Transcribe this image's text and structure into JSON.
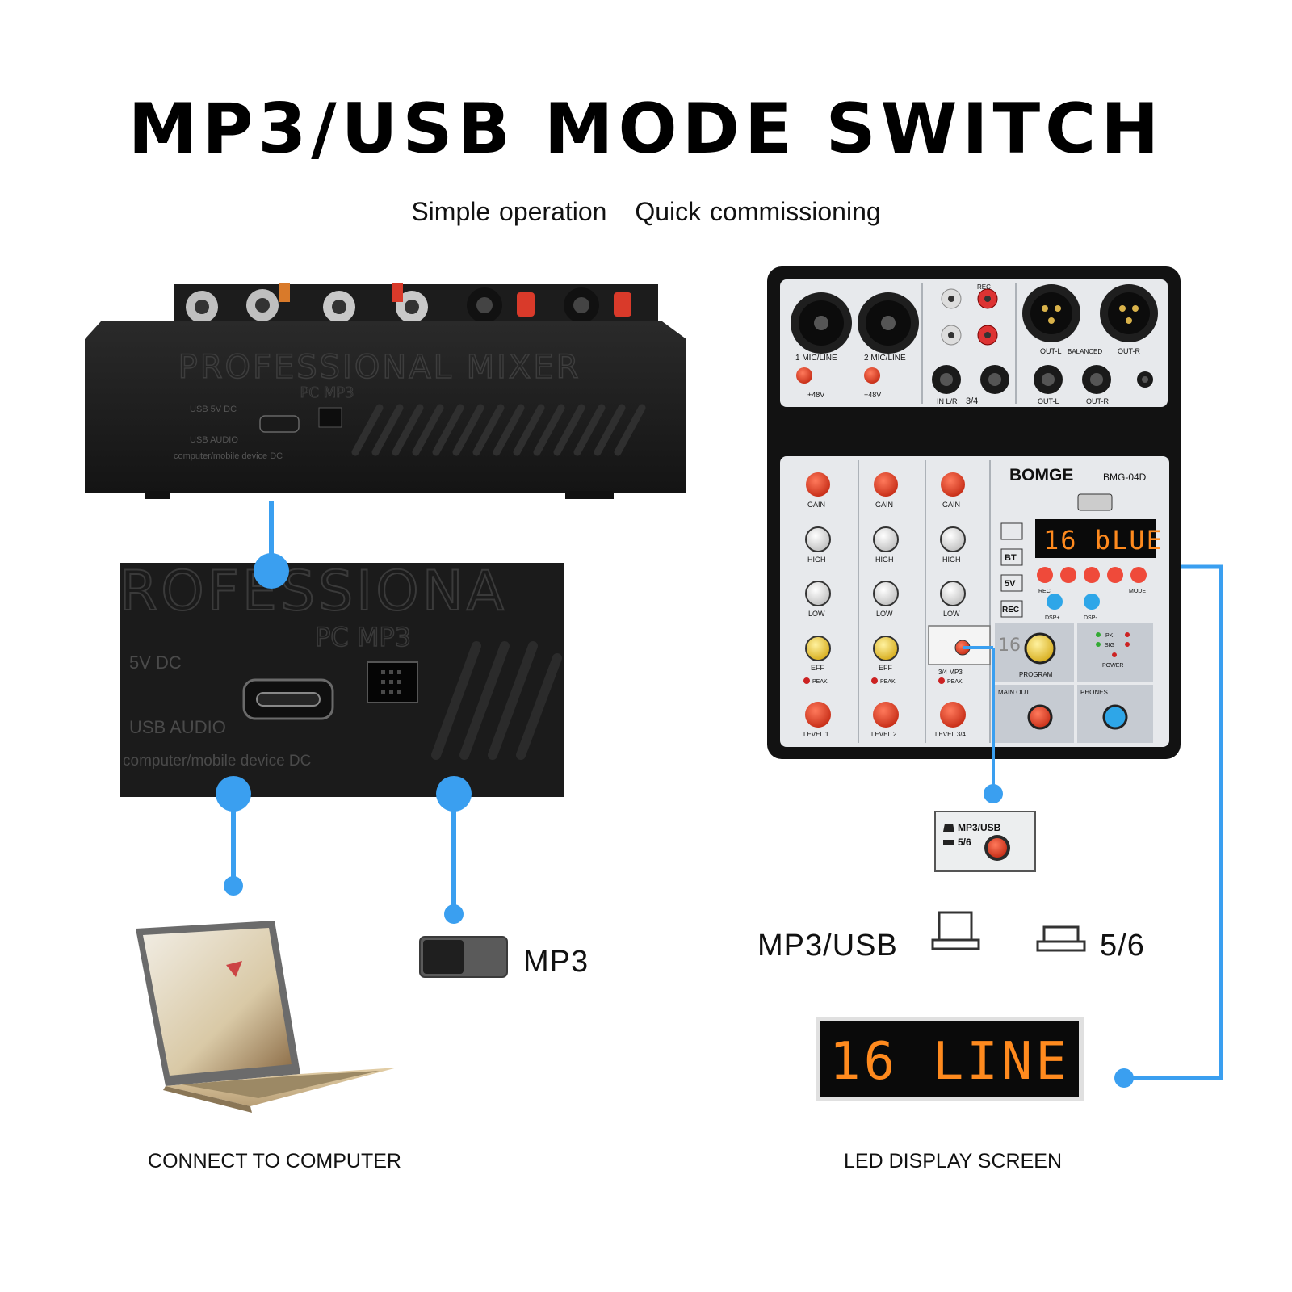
{
  "header": {
    "title": "MP3/USB MODE SWITCH",
    "subtitle_left": "Simple operation",
    "subtitle_right": "Quick commissioning"
  },
  "rear_panel": {
    "embossed_title": "PROFESSIONAL MIXER",
    "switch_label": "PC  MP3",
    "port_label_top": "USB 5V DC",
    "port_label_bottom": "USB AUDIO",
    "port_note": "computer/mobile device DC"
  },
  "zoom_panel": {
    "embossed_title": "ROFESSIONA",
    "switch_label": "PC  MP3",
    "port_label_top": "5V  DC",
    "port_label_bottom": "USB AUDIO",
    "port_note": "computer/mobile device DC"
  },
  "mixer": {
    "brand": "BOMGE",
    "model": "BMG-04D",
    "display": "16  bLUE",
    "inputs": {
      "ch1": "1 MIC/LINE",
      "ch2": "2 MIC/LINE",
      "phantom": "+48V",
      "rec": "REC",
      "in_lr": "IN L/R",
      "ch34": "3/4",
      "out_l": "OUT-L",
      "out_r": "OUT-R",
      "balanced": "BALANCED"
    },
    "knob_labels": [
      "GAIN",
      "HIGH",
      "LOW",
      "EFF",
      "LEVEL 1",
      "LEVEL 2",
      "LEVEL 3/4"
    ],
    "peak": "PEAK",
    "mode_switch": "3/4 MP3",
    "buttons": [
      "REC",
      "MODE"
    ],
    "dsp": [
      "DSP+",
      "DSP-"
    ],
    "badges": [
      "BT",
      "5V",
      "REC"
    ],
    "program": "PROGRAM",
    "dsp_number": "16",
    "main_out": "MAIN OUT",
    "phones": "PHONES",
    "power": "POWER",
    "leds": [
      "PK",
      "SIG"
    ]
  },
  "switch_callout": {
    "line1": "MP3/USB",
    "line2": "5/6"
  },
  "switch_states": {
    "mp3": "MP3",
    "mp3usb": "MP3/USB",
    "five_six": "5/6"
  },
  "led_display": {
    "text": "16 LINE"
  },
  "captions": {
    "computer": "CONNECT TO COMPUTER",
    "led": "LED DISPLAY SCREEN"
  },
  "colors": {
    "callout": "#3a9ff0",
    "led": "#ff8a1e",
    "knob_red": "#e8452c",
    "knob_yellow": "#f2d44a"
  }
}
